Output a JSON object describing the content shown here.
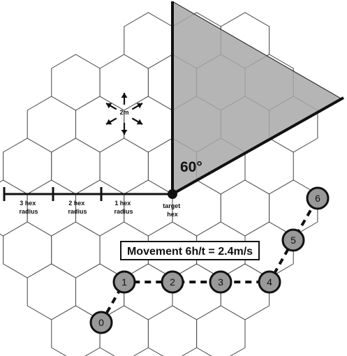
{
  "diagram": {
    "size_label": "2m",
    "angle_label": "60°",
    "radius_labels": [
      [
        "3 hex",
        "radius"
      ],
      [
        "2 hex",
        "radius"
      ],
      [
        "1 hex",
        "radius"
      ]
    ],
    "target_label": [
      "target",
      "hex"
    ],
    "movement_label": "Movement 6h/t = 2.4m/s",
    "path_nodes": [
      "0",
      "1",
      "2",
      "3",
      "4",
      "5",
      "6"
    ],
    "colors": {
      "shaded_hex": "#a8a8a8",
      "node_fill": "#999999",
      "line": "#111111",
      "hex_stroke": "#444444"
    }
  }
}
